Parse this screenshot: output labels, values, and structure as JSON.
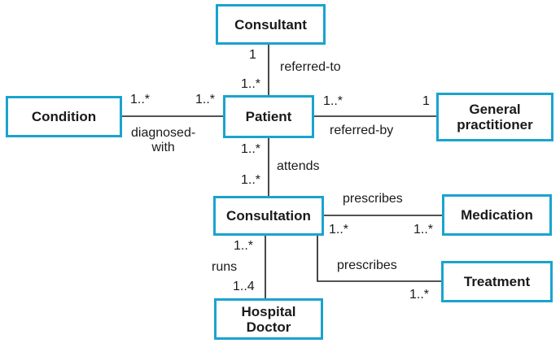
{
  "classes": {
    "consultant": "Consultant",
    "condition": "Condition",
    "patient": "Patient",
    "general_practitioner": "General\npractitioner",
    "consultation": "Consultation",
    "medication": "Medication",
    "treatment": "Treatment",
    "hospital_doctor": "Hospital\nDoctor"
  },
  "associations": [
    {
      "from": "Consultant",
      "to": "Patient",
      "label": "referred-to",
      "from_mult": "1",
      "to_mult": "1..*"
    },
    {
      "from": "Condition",
      "to": "Patient",
      "label": "diagnosed-\nwith",
      "from_mult": "1..*",
      "to_mult": "1..*"
    },
    {
      "from": "Patient",
      "to": "General practitioner",
      "label": "referred-by",
      "from_mult": "1..*",
      "to_mult": "1"
    },
    {
      "from": "Patient",
      "to": "Consultation",
      "label": "attends",
      "from_mult": "1..*",
      "to_mult": "1..*"
    },
    {
      "from": "Consultation",
      "to": "Medication",
      "label": "prescribes",
      "from_mult": "1..*",
      "to_mult": "1..*"
    },
    {
      "from": "Consultation",
      "to": "Treatment",
      "label": "prescribes",
      "to_mult": "1..*"
    },
    {
      "from": "Consultation",
      "to": "Hospital Doctor",
      "label": "runs",
      "from_mult": "1..*",
      "to_mult": "1..4"
    }
  ],
  "colors": {
    "box_border": "#1aa3cf",
    "line": "#1a1a1a",
    "text": "#1a1a1a"
  }
}
